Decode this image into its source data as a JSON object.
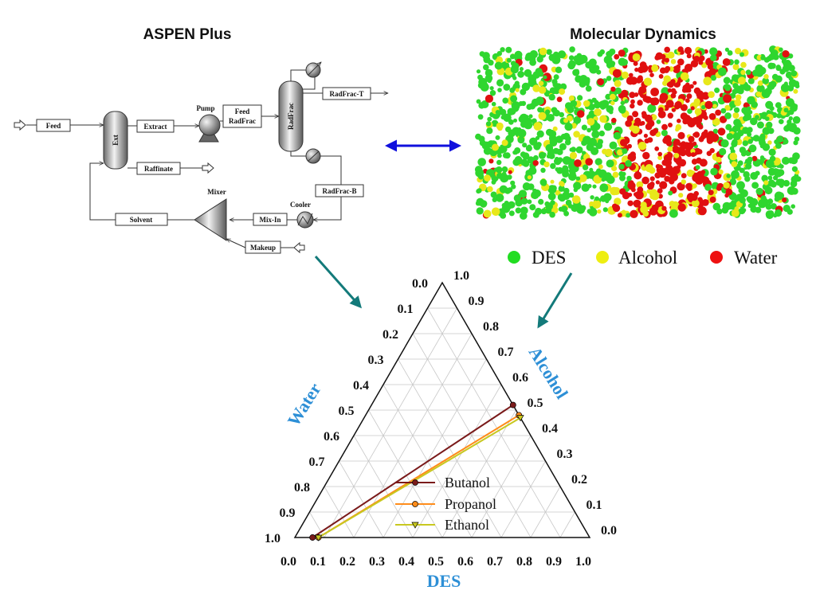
{
  "headers": {
    "aspen": "ASPEN Plus",
    "md": "Molecular Dynamics"
  },
  "flowsheet": {
    "feed": "Feed",
    "ext": "Ext",
    "extract": "Extract",
    "pump": "Pump",
    "feed_radfrac_1": "Feed",
    "feed_radfrac_2": "RadFrac",
    "radfrac": "RadFrac",
    "radfrac_t": "RadFrac-T",
    "radfrac_b": "RadFrac-B",
    "raffinate": "Raffinate",
    "mixer": "Mixer",
    "cooler": "Cooler",
    "mix_in": "Mix-In",
    "solvent": "Solvent",
    "makeup": "Makeup"
  },
  "md_legend": {
    "items": [
      {
        "label": "DES",
        "color": "#22dd22"
      },
      {
        "label": "Alcohol",
        "color": "#eeee11"
      },
      {
        "label": "Water",
        "color": "#ee1111"
      }
    ]
  },
  "colors": {
    "des_green": "#2fd62f",
    "alcohol_yellow": "#e8e81a",
    "water_red": "#e01010",
    "double_arrow": "#1010dd",
    "teal_arrow": "#137a7a",
    "axis_name_blue": "#2d8fd6"
  },
  "chart_data": {
    "type": "ternary",
    "axes": {
      "bottom": {
        "name": "DES",
        "ticks": [
          "0.0",
          "0.1",
          "0.2",
          "0.3",
          "0.4",
          "0.5",
          "0.6",
          "0.7",
          "0.8",
          "0.9",
          "1.0"
        ]
      },
      "left": {
        "name": "Water",
        "ticks": [
          "0.0",
          "0.1",
          "0.2",
          "0.3",
          "0.4",
          "0.5",
          "0.6",
          "0.7",
          "0.8",
          "0.9",
          "1.0"
        ]
      },
      "right": {
        "name": "Alcohol",
        "ticks": [
          "1.0",
          "0.9",
          "0.8",
          "0.7",
          "0.6",
          "0.5",
          "0.4",
          "0.3",
          "0.2",
          "0.1",
          "0.0"
        ]
      }
    },
    "grid": true,
    "legend_position": "bottom-right",
    "series": [
      {
        "name": "Butanol",
        "color": "#7a1a1a",
        "marker": "circle",
        "points": [
          {
            "water": 0.94,
            "alcohol": 0.0,
            "des": 0.06
          },
          {
            "water": 0.0,
            "alcohol": 0.52,
            "des": 0.48
          }
        ]
      },
      {
        "name": "Propanol",
        "color": "#ff8c1a",
        "marker": "circle",
        "points": [
          {
            "water": 0.92,
            "alcohol": 0.0,
            "des": 0.08
          },
          {
            "water": 0.0,
            "alcohol": 0.48,
            "des": 0.52
          }
        ]
      },
      {
        "name": "Ethanol",
        "color": "#c8c820",
        "marker": "triangle-down",
        "points": [
          {
            "water": 0.92,
            "alcohol": 0.0,
            "des": 0.08
          },
          {
            "water": 0.0,
            "alcohol": 0.47,
            "des": 0.53
          }
        ]
      }
    ]
  }
}
